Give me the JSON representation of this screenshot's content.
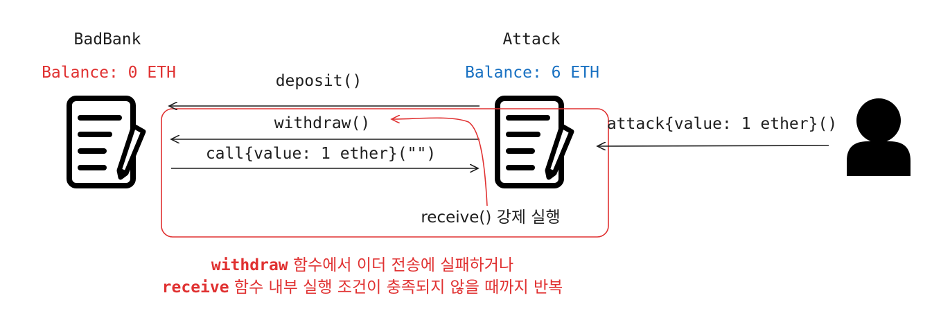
{
  "nodes": {
    "badbank": {
      "title": "BadBank",
      "balance": "Balance: 0 ETH",
      "icon": "contract-document-icon"
    },
    "attack": {
      "title": "Attack",
      "balance": "Balance: 6 ETH",
      "icon": "contract-document-icon"
    },
    "user": {
      "icon": "user-icon"
    }
  },
  "edges": {
    "deposit": "deposit()",
    "withdraw": "withdraw()",
    "call": "call{value: 1 ether}(\"\")",
    "attack_call": "attack{value: 1 ether}()",
    "receive": "receive() 강제 실행"
  },
  "note": {
    "line1_keyword": "withdraw",
    "line1_rest": " 함수에서 이더 전송에 실패하거나",
    "line2_keyword": "receive",
    "line2_rest": " 함수 내부 실행 조건이 충족되지 않을 때까지 반복"
  },
  "colors": {
    "ink": "#1e1e1e",
    "red": "#e03131",
    "blue": "#1971c2"
  }
}
